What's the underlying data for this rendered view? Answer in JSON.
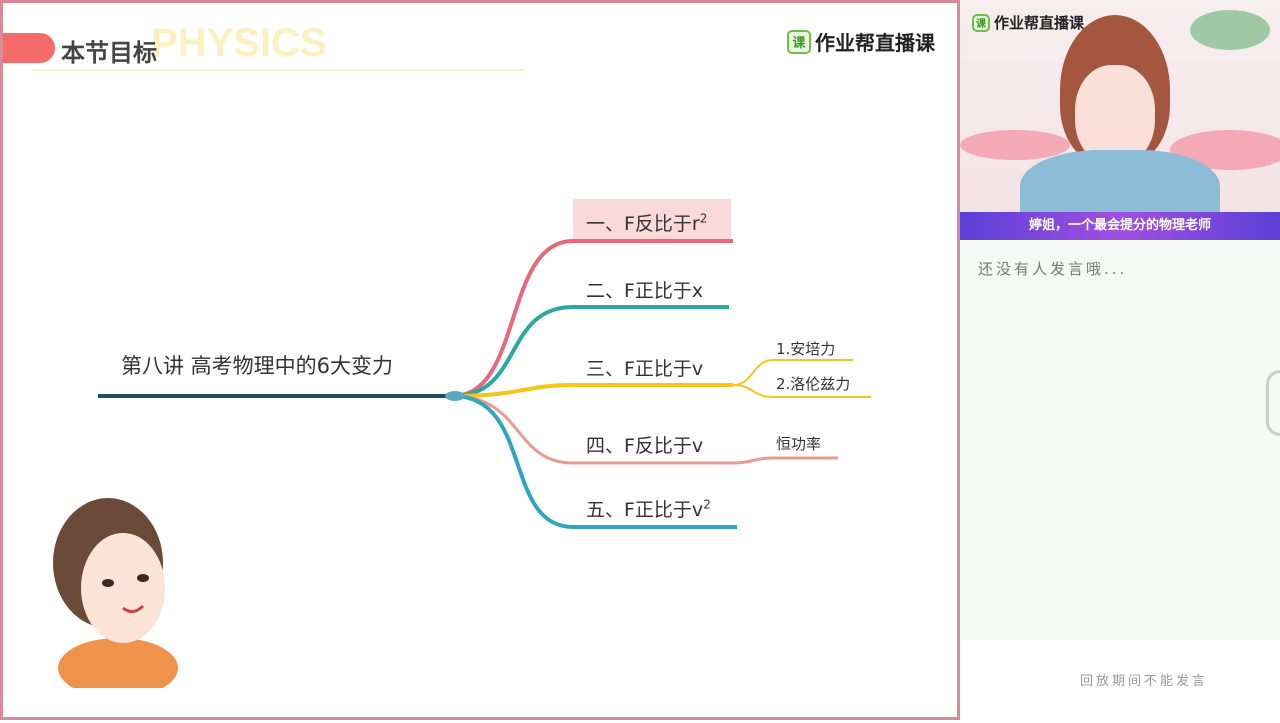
{
  "slide": {
    "title": "本节目标",
    "watermark": "PHYSICS",
    "brand": "作业帮直播课",
    "brand_icon": "课",
    "root": "第八讲 高考物理中的6大变力",
    "branches": [
      {
        "label": "一、F反比于r",
        "sup": "2",
        "color": "#e8677a"
      },
      {
        "label": "二、F正比于x",
        "sup": "",
        "color": "#2ba8a0"
      },
      {
        "label": "三、F正比于v",
        "sup": "",
        "color": "#f5c518",
        "children": [
          "1.安培力",
          "2.洛伦兹力"
        ]
      },
      {
        "label": "四、F反比于v",
        "sup": "",
        "color": "#ea9a90",
        "children": [
          "恒功率"
        ]
      },
      {
        "label": "五、F正比于v",
        "sup": "2",
        "color": "#2fa6bd"
      }
    ]
  },
  "video": {
    "brand": "作业帮直播课",
    "brand_icon": "课",
    "caption": "婷姐，一个最会提分的物理老师"
  },
  "chat": {
    "empty": "还没有人发言哦...",
    "footer": "回放期间不能发言"
  }
}
